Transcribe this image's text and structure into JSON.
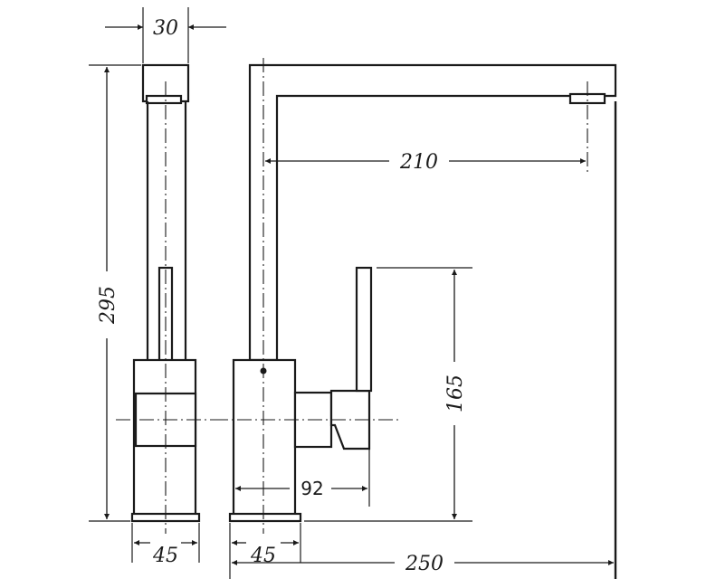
{
  "dimensions": {
    "top_width": "30",
    "total_height": "295",
    "spout_reach": "210",
    "lever_height": "165",
    "body_depth": "92",
    "base_left": "45",
    "base_right": "45",
    "overall_width": "250"
  }
}
